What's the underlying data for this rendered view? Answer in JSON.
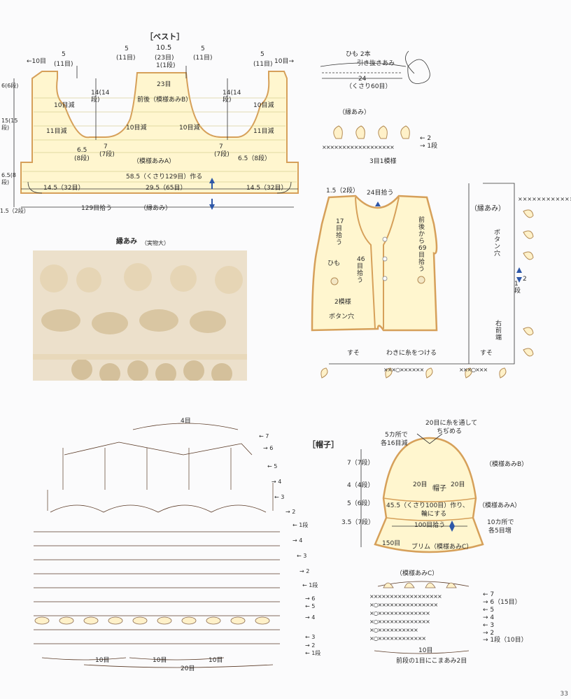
{
  "vest": {
    "title": "［ベスト］",
    "w10_left": "←10目",
    "w10_right": "10目→",
    "shoulder_left": "5",
    "shoulder_left_sts": "(11目)",
    "neck_left": "5",
    "neck_left_sts": "(11目)",
    "center": "10.5",
    "center_sts": "(23目)",
    "center_rows": "1(1段)",
    "neck_right": "5",
    "neck_right_sts": "(11目)",
    "shoulder_right": "5",
    "shoulder_right_sts": "(11目)",
    "bind_off_23": "23目",
    "side_6": "6(6段)",
    "side_15": "15(15段)",
    "side_65": "6.5(8段)",
    "arm_14_left": "14(14段)",
    "arm_14_right": "14(14段)",
    "dec10_1": "10目減",
    "dec10_2": "10目減",
    "dec10_3": "10目減",
    "dec10_4": "10目減",
    "dec11_1": "11目減",
    "dec11_2": "11目減",
    "pattern_b": "前後（模様あみB）",
    "pattern_a": "（模様あみA）",
    "r65_left": "6.5",
    "r65_left_rows": "(8段)",
    "r65_right": "6.5（8段）",
    "seven_left": "7",
    "seven_left_rows": "(7段)",
    "seven_right": "7",
    "seven_right_rows": "(7段)",
    "chain_start": "58.5（くさり129目）作る",
    "bottom_left": "14.5（32目）",
    "bottom_center": "29.5（65目）",
    "bottom_right": "14.5（32目）",
    "border": "1.5（2段）",
    "pickup": "129目拾う",
    "edging": "（縁あみ）"
  },
  "string": {
    "title": "ひも 2本",
    "slip": "引き抜きあみ",
    "len": "24",
    "chain": "（くさり60目）"
  },
  "edge_small": {
    "title": "（縁あみ）",
    "row2": "← 2",
    "row1": "→ 1段",
    "note": "3目1模様"
  },
  "photo_caption": {
    "title": "縁あみ",
    "sub": "（実物大）"
  },
  "front": {
    "top_border": "1.5（2段）",
    "pickup_24": "24目拾う",
    "pickup_17": "17目拾う",
    "string": "ひも",
    "pickup_46": "46目拾う",
    "front_69": "前後から69目拾う",
    "two_patterns": "2模様",
    "button_hole": "ボタン穴"
  },
  "edge_diagram": {
    "title": "（縁あみ）",
    "button_hole": "ボタン穴",
    "row2": "2",
    "row1": "1段",
    "right_front": "右前端",
    "hem_left": "すそ",
    "join": "わきに糸をつける",
    "hem_right": "すそ"
  },
  "pattern_chart": {
    "top": "4目",
    "rows_right": [
      "← 7",
      "→ 6",
      "← 5",
      "→ 4",
      "← 3",
      "→ 2",
      "← 1段",
      "→ 4",
      "← 3",
      "→ 2",
      "← 1段",
      "→ 6",
      "← 5",
      "→ 4",
      "← 3",
      "→ 2",
      "← 1段"
    ],
    "bottom1": "10目",
    "bottom2": "10目",
    "bottom3": "10目",
    "bottom_total": "20目"
  },
  "hat": {
    "title": "［帽子］",
    "top_note1": "20目に糸を通して",
    "top_note2": "ちぢめる",
    "dec_note1": "5カ所で",
    "dec_note2": "各16目減",
    "h7": "7（7段）",
    "h4": "4（4段）",
    "h5": "5（6段）",
    "h35": "3.5（7段）",
    "pat_b": "（模様あみB）",
    "twenty_l": "20目",
    "label": "帽子",
    "twenty_r": "20目",
    "chain": "45.5（くさり100目）作り、",
    "ring": "輪にする",
    "pat_a": "（模様あみA）",
    "pickup": "100目拾う",
    "inc1": "10カ所で",
    "inc2": "各5目増",
    "count150": "150目",
    "brim": "ブリム（模様あみC）"
  },
  "pattern_c": {
    "title": "（模様あみC）",
    "r7": "← 7",
    "r6": "→ 6（15目）",
    "r5": "← 5",
    "r4": "→ 4",
    "r3": "← 3",
    "r2": "→ 2",
    "r1": "→ 1段（10目）",
    "ten": "10目",
    "note": "前段の1目にこまあみ2目"
  },
  "page_number": "33",
  "colors": {
    "outline": "#d9a55a",
    "fill": "#fff8d6",
    "blue": "#2d57a8",
    "ink": "#333333"
  }
}
